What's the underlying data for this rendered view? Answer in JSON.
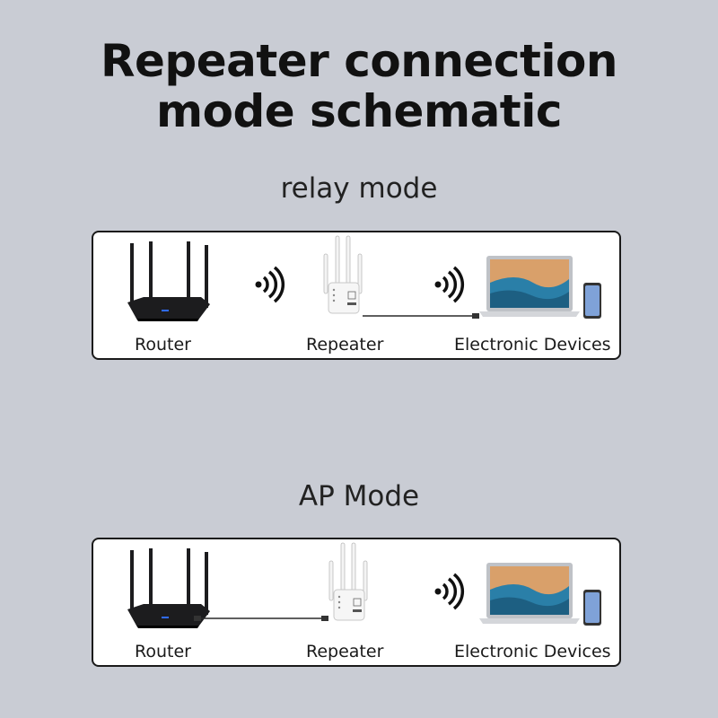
{
  "title_line1": "Repeater connection",
  "title_line2": "mode schematic",
  "modes": [
    {
      "name": "relay mode",
      "labels": {
        "router": "Router",
        "repeater": "Repeater",
        "devices": "Electronic Devices"
      }
    },
    {
      "name": "AP Mode",
      "labels": {
        "router": "Router",
        "repeater": "Repeater",
        "devices": "Electronic Devices"
      }
    }
  ],
  "colors": {
    "background": "#c9ccd4",
    "router_body": "#1c1c1e",
    "router_led": "#2f6bff",
    "repeater_body": "#f4f4f4",
    "screen_sky": "#d9a06a",
    "screen_wave": "#2a7fa8",
    "cable": "#2a2a2a"
  },
  "icons": [
    "router-icon",
    "wifi-signal-icon",
    "repeater-icon",
    "laptop-icon",
    "phone-icon",
    "ethernet-cable-icon"
  ]
}
